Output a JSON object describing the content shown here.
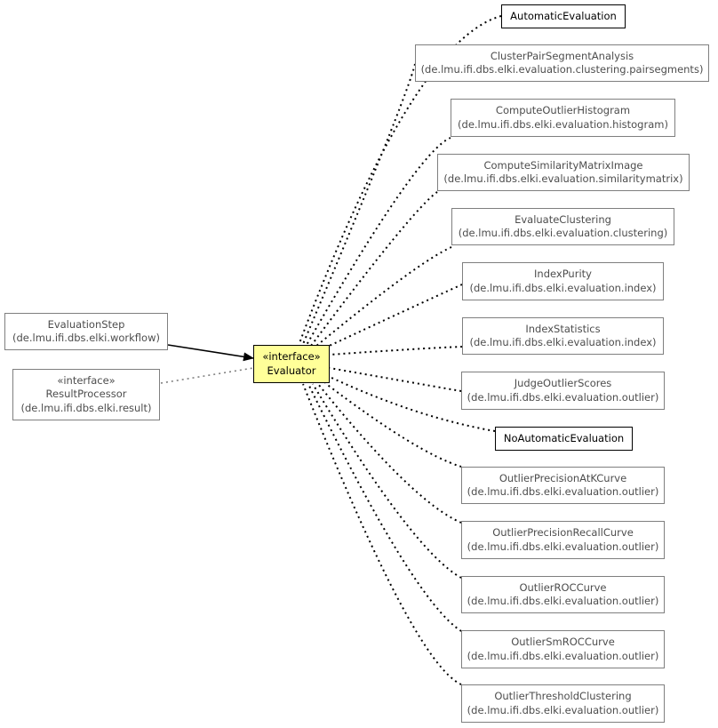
{
  "diagram": {
    "focus": {
      "stereotype": "«interface»",
      "name": "Evaluator"
    },
    "parents": {
      "evaluation_step": {
        "name": "EvaluationStep",
        "package": "(de.lmu.ifi.dbs.elki.workflow)"
      },
      "result_processor": {
        "stereotype": "«interface»",
        "name": "ResultProcessor",
        "package": "(de.lmu.ifi.dbs.elki.result)"
      }
    },
    "implementations": [
      {
        "name": "AutomaticEvaluation",
        "package": ""
      },
      {
        "name": "ClusterPairSegmentAnalysis",
        "package": "(de.lmu.ifi.dbs.elki.evaluation.clustering.pairsegments)"
      },
      {
        "name": "ComputeOutlierHistogram",
        "package": "(de.lmu.ifi.dbs.elki.evaluation.histogram)"
      },
      {
        "name": "ComputeSimilarityMatrixImage",
        "package": "(de.lmu.ifi.dbs.elki.evaluation.similaritymatrix)"
      },
      {
        "name": "EvaluateClustering",
        "package": "(de.lmu.ifi.dbs.elki.evaluation.clustering)"
      },
      {
        "name": "IndexPurity",
        "package": "(de.lmu.ifi.dbs.elki.evaluation.index)"
      },
      {
        "name": "IndexStatistics",
        "package": "(de.lmu.ifi.dbs.elki.evaluation.index)"
      },
      {
        "name": "JudgeOutlierScores",
        "package": "(de.lmu.ifi.dbs.elki.evaluation.outlier)"
      },
      {
        "name": "NoAutomaticEvaluation",
        "package": ""
      },
      {
        "name": "OutlierPrecisionAtKCurve",
        "package": "(de.lmu.ifi.dbs.elki.evaluation.outlier)"
      },
      {
        "name": "OutlierPrecisionRecallCurve",
        "package": "(de.lmu.ifi.dbs.elki.evaluation.outlier)"
      },
      {
        "name": "OutlierROCCurve",
        "package": "(de.lmu.ifi.dbs.elki.evaluation.outlier)"
      },
      {
        "name": "OutlierSmROCCurve",
        "package": "(de.lmu.ifi.dbs.elki.evaluation.outlier)"
      },
      {
        "name": "OutlierThresholdClustering",
        "package": "(de.lmu.ifi.dbs.elki.evaluation.outlier)"
      }
    ],
    "colors": {
      "focus_fill": "#ffff99",
      "node_border": "#7f7f7f",
      "edge": "#000000",
      "weak_edge": "#808080"
    }
  }
}
